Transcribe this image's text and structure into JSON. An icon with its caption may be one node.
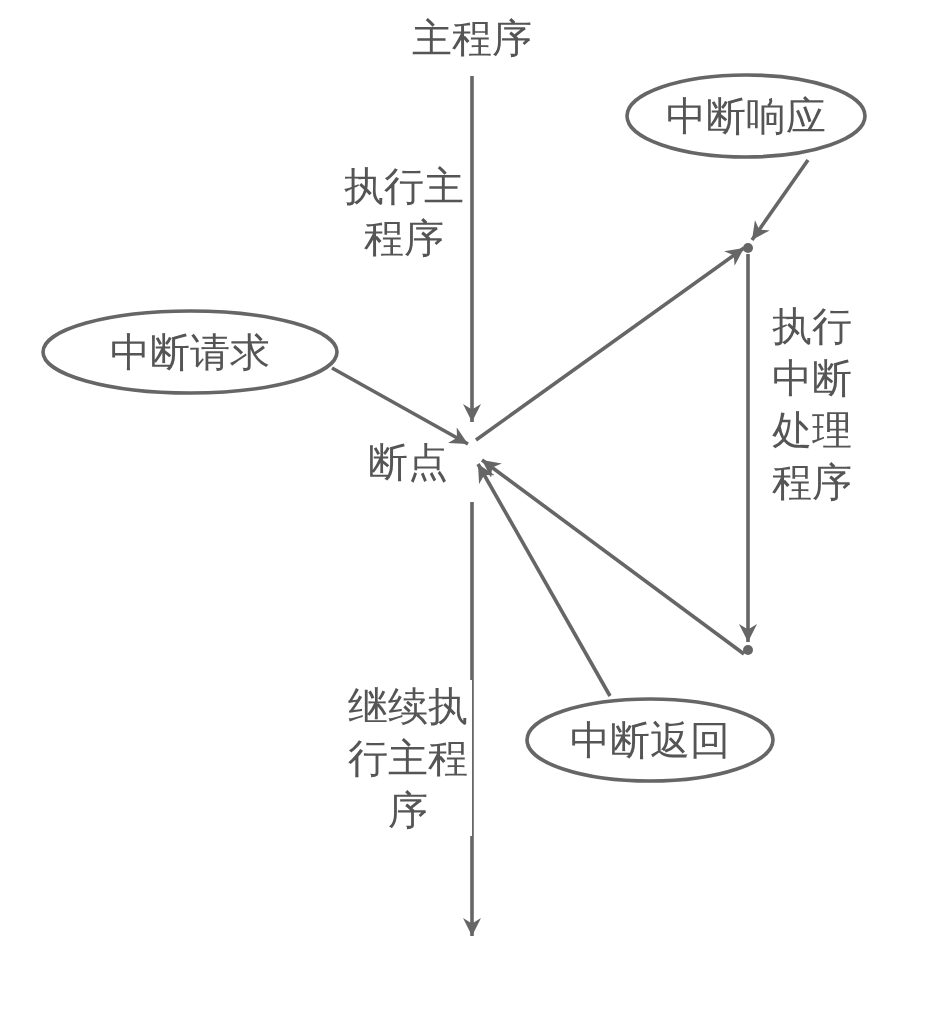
{
  "diagram": {
    "nodes": [
      {
        "text": [
          "主程序"
        ]
      },
      {
        "text": [
          "中断响应"
        ]
      },
      {
        "text": [
          "中断请求"
        ]
      },
      {
        "text": [
          "断点"
        ]
      },
      {
        "text": [],
        "shape": "point"
      },
      {
        "text": [],
        "shape": "point"
      },
      {
        "text": [
          "中断返回"
        ]
      }
    ],
    "edges": [
      {
        "from": 0,
        "to": 3,
        "arrow": "to",
        "label": "执行主程序"
      },
      {
        "from": 2,
        "to": 3,
        "arrow": "to"
      },
      {
        "from": 3,
        "to": 4,
        "arrow": "to"
      },
      {
        "from": 1,
        "to": 4,
        "arrow": "to"
      },
      {
        "from": 4,
        "to": 5,
        "arrow": "to",
        "label": "执行中断处理程序"
      },
      {
        "from": 5,
        "to": 3,
        "arrow": "to"
      },
      {
        "from": 6,
        "to": 3,
        "arrow": "to"
      },
      {
        "from": 3,
        "to": null,
        "arrow": "to",
        "label": "继续执行主程序"
      }
    ]
  }
}
